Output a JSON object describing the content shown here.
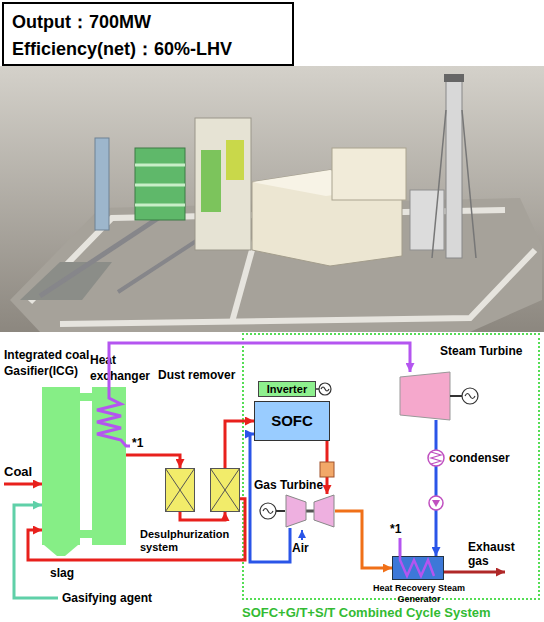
{
  "diagram": {
    "nodes": [
      {
        "text": [
          "Output：700MW",
          "Efficiency(net)：60%-LHV"
        ]
      },
      {
        "text": [
          "Integrated coal Gasifier(ICG)"
        ]
      },
      {
        "text": [
          "Heat exchanger"
        ]
      },
      {
        "text": [
          "Desulphurization system"
        ]
      },
      {
        "text": [
          "Dust remover"
        ]
      },
      {
        "text": [
          "SOFC+G/T+S/T Combined Cycle System"
        ]
      },
      {
        "text": [
          "Inverter"
        ],
        "in": 5
      },
      {
        "text": [
          "SOFC"
        ],
        "in": 5
      },
      {
        "text": [
          "Steam Turbine"
        ],
        "in": 5
      },
      {
        "text": [
          "Gas Turbine"
        ],
        "in": 5
      },
      {
        "text": [
          "Heat Recovery Steam Generator"
        ],
        "in": 5
      }
    ],
    "edges": [
      {
        "from": 2,
        "to": 3,
        "arrow": "to"
      },
      {
        "from": 3,
        "to": 4,
        "arrow": "to"
      },
      {
        "from": 4,
        "to": 7,
        "arrow": "to"
      },
      {
        "from": 4,
        "to": 1,
        "arrow": "to"
      },
      {
        "from": 7,
        "to": 9,
        "arrow": "to"
      },
      {
        "from": 9,
        "to": 7,
        "arrow": "to"
      },
      {
        "from": 9,
        "to": 10,
        "arrow": "to"
      },
      {
        "from": 2,
        "to": 8,
        "arrow": "to"
      },
      {
        "from": 8,
        "to": 10,
        "arrow": "to"
      }
    ],
    "labels": [
      "Coal",
      "*1",
      "slag",
      "Gasifying agent",
      "Air",
      "condenser",
      "*1",
      "Exhaust gas"
    ]
  }
}
